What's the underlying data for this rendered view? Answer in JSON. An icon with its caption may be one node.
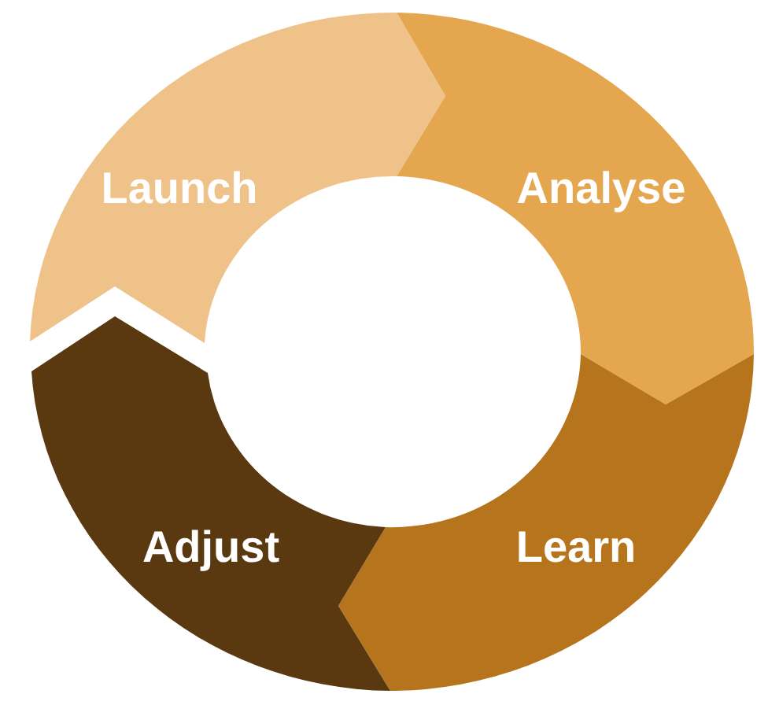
{
  "diagram": {
    "nodes": [
      {
        "text": [
          "Launch"
        ]
      },
      {
        "text": [
          "Analyse"
        ]
      },
      {
        "text": [
          "Learn"
        ]
      },
      {
        "text": [
          "Adjust"
        ]
      }
    ]
  }
}
